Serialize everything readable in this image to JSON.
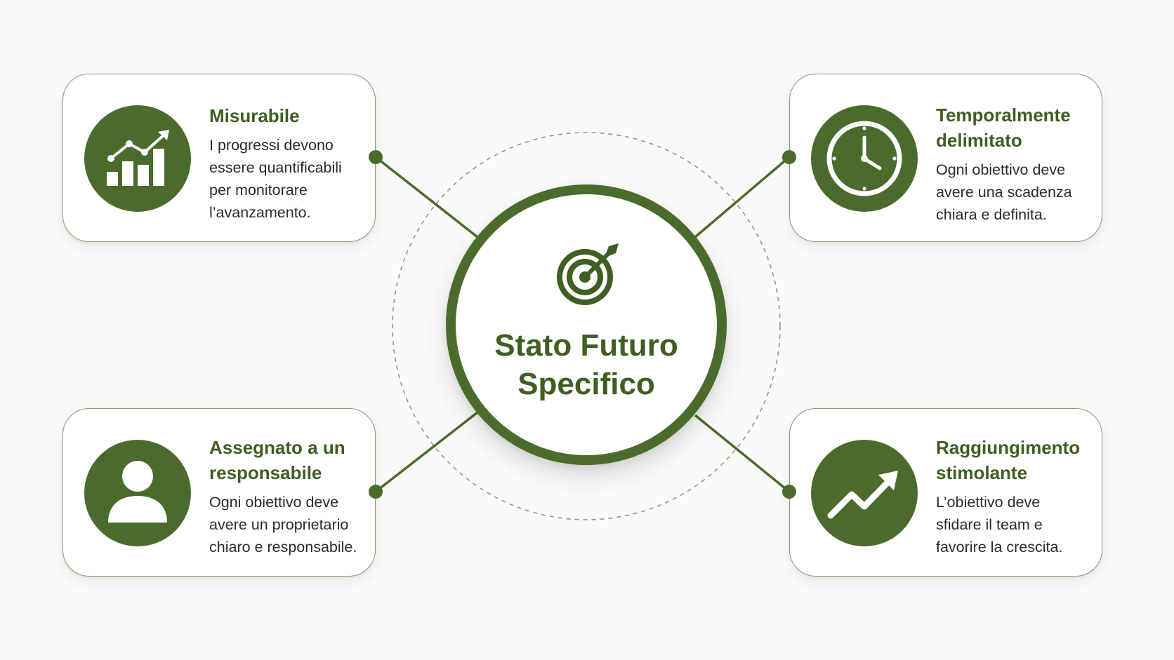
{
  "center": {
    "title": "Stato Futuro\nSpecifico",
    "icon": "target-arrow-icon"
  },
  "cards": {
    "top_left": {
      "icon": "bar-chart-growth-icon",
      "title": "Misurabile",
      "description": "I progressi devono\nessere quantificabili\nper monitorare\nl’avanzamento."
    },
    "top_right": {
      "icon": "clock-icon",
      "title": "Temporalmente\ndelimitato",
      "description": "Ogni obiettivo deve\navere una scadenza\nchiara e definita."
    },
    "bottom_left": {
      "icon": "person-icon",
      "title": "Assegnato a un\nresponsabile",
      "description": "Ogni obiettivo deve\navere un proprietario\nchiaro e responsabile."
    },
    "bottom_right": {
      "icon": "trend-up-arrow-icon",
      "title": "Raggiungimento\nstimolante",
      "description": "L’obiettivo deve\nsfidare il team e\nfavorire la crescita."
    }
  },
  "colors": {
    "accent": "#4b6b2c",
    "title_text": "#3f5e22",
    "card_border": "#8a9a78",
    "dashed_ring": "#9c9488",
    "background": "#fafaf9"
  }
}
